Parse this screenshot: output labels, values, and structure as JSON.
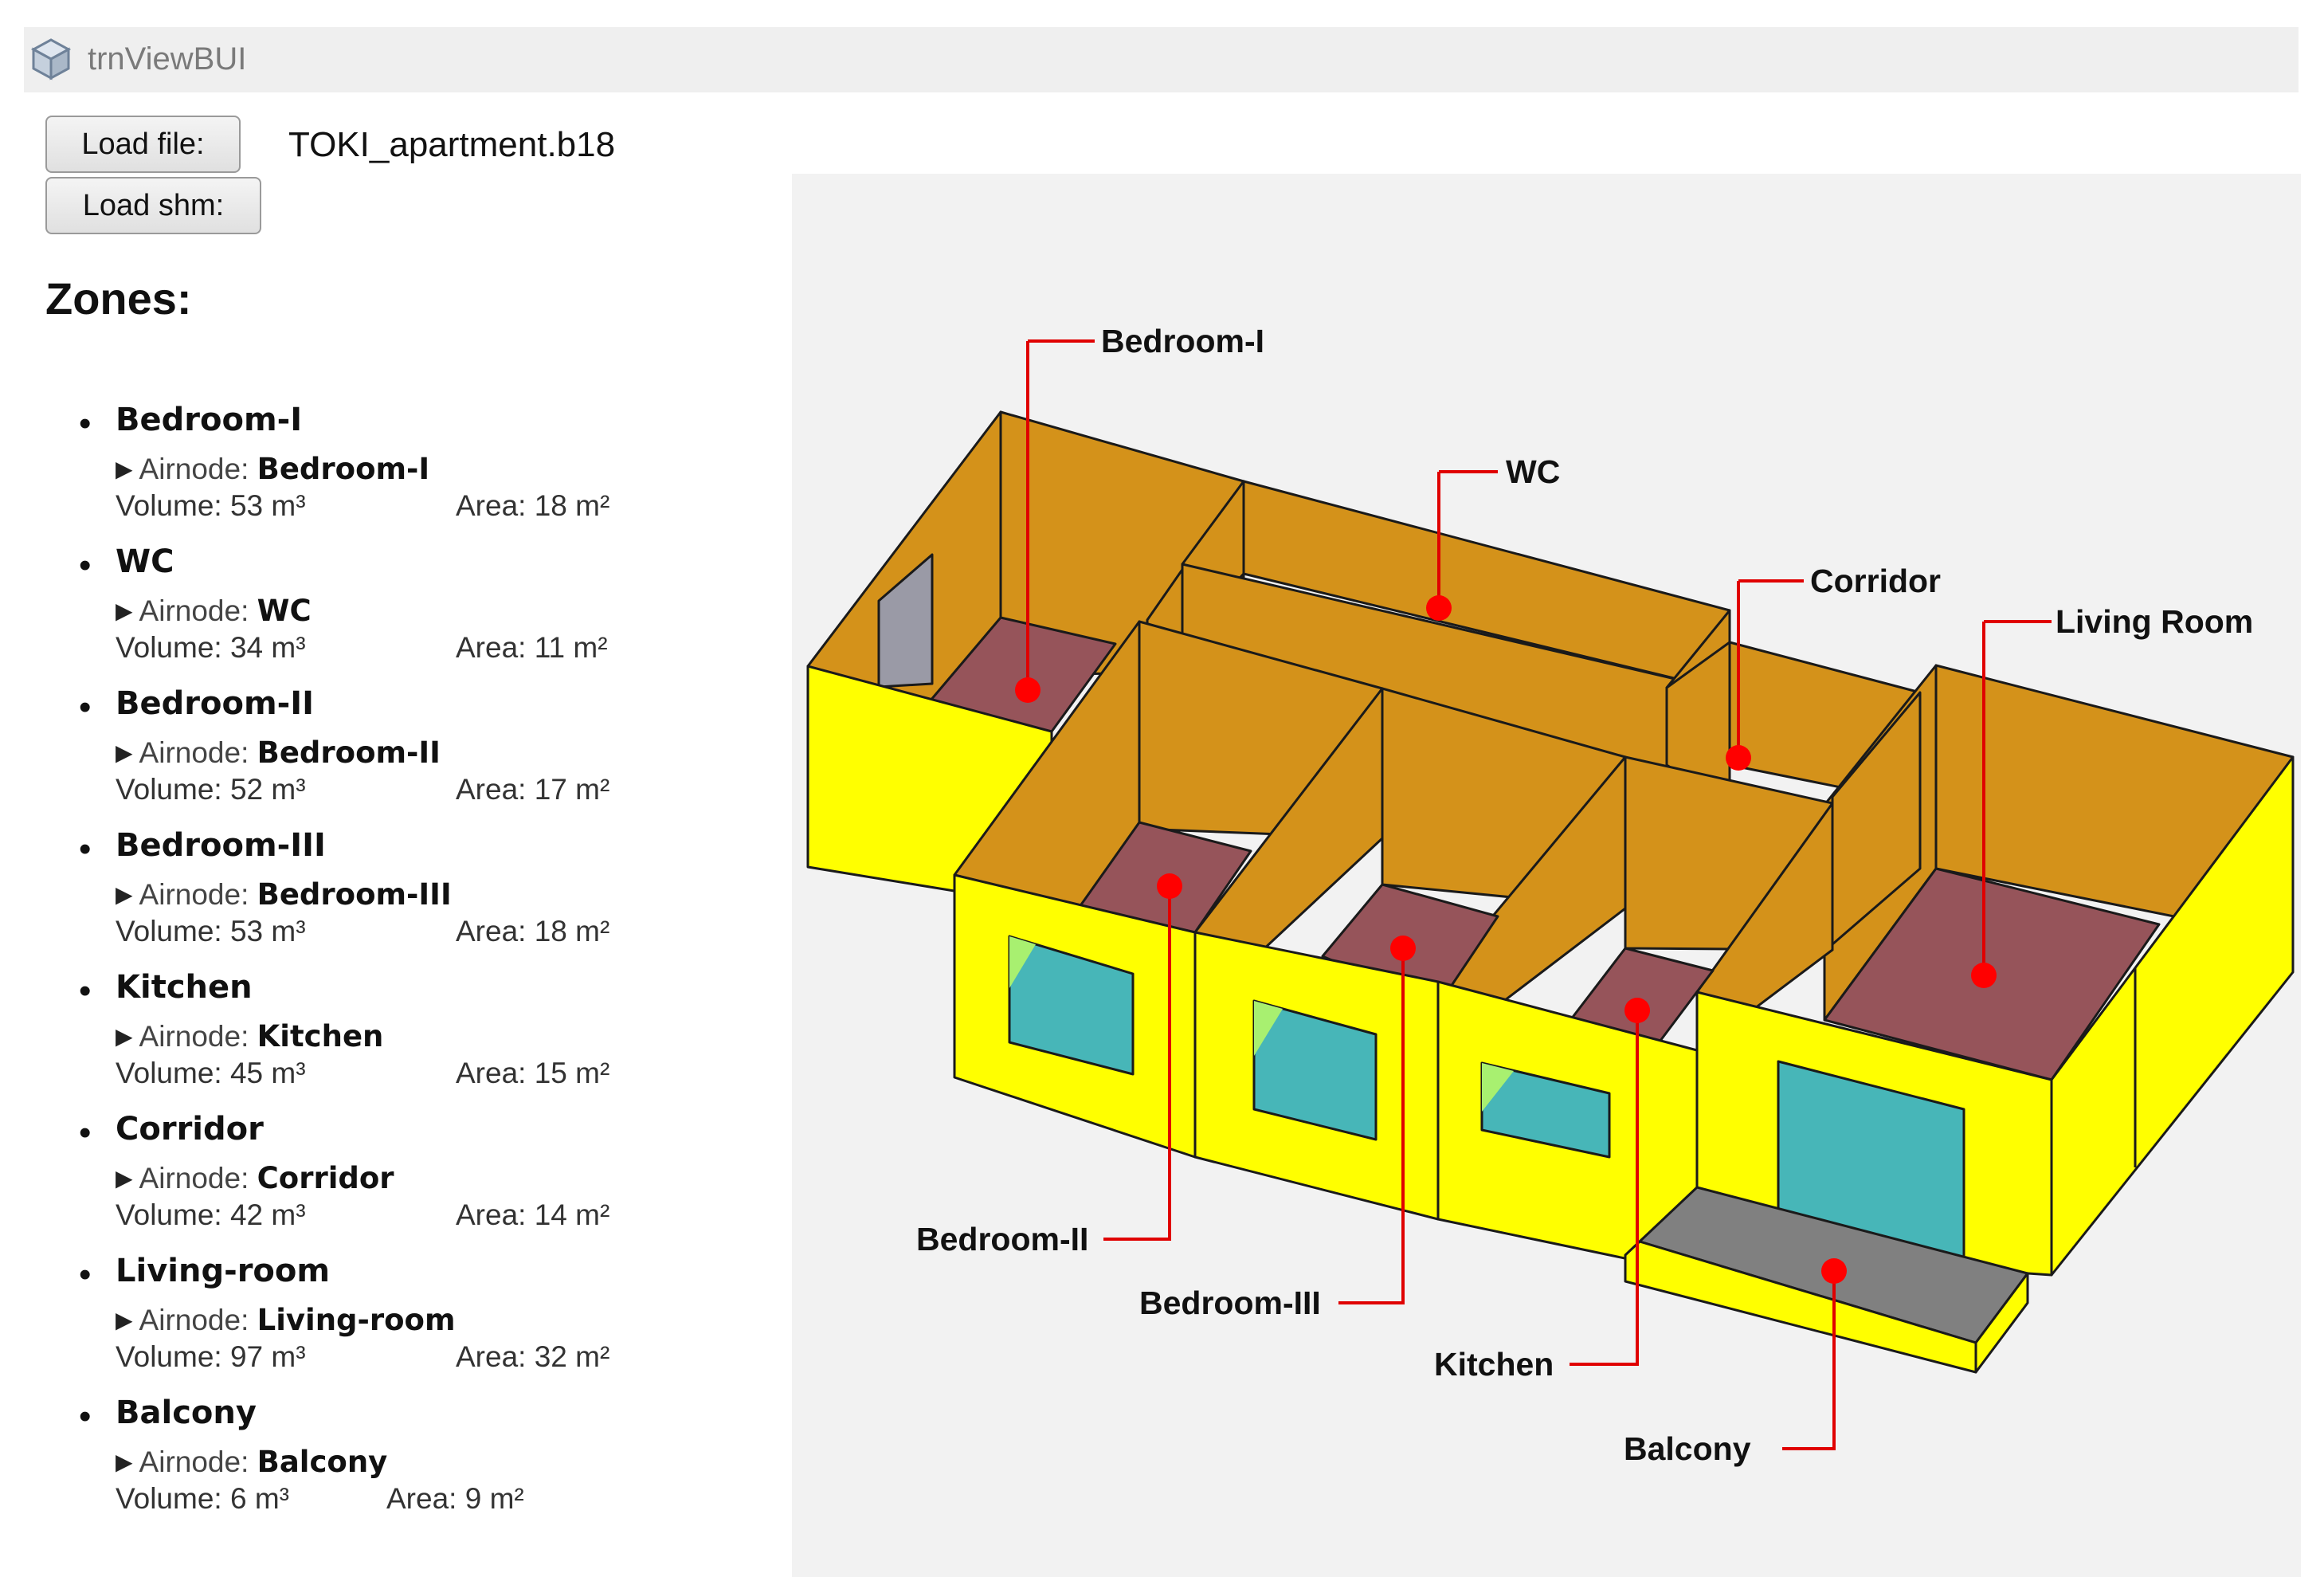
{
  "window": {
    "title": "trnViewBUI",
    "icon": "cube-icon"
  },
  "toolbar": {
    "load_file_label": "Load file:",
    "load_shm_label": "Load shm:",
    "file_name": "TOKI_apartment.b18"
  },
  "zones_heading": "Zones:",
  "zones": [
    {
      "name": "Bedroom-I",
      "airnode_label": "Airnode:",
      "airnode": "Bedroom-I",
      "volume": "Volume: 53 m³",
      "area": "Area: 18 m²"
    },
    {
      "name": "WC",
      "airnode_label": "Airnode:",
      "airnode": "WC",
      "volume": "Volume: 34 m³",
      "area": "Area: 11 m²"
    },
    {
      "name": "Bedroom-II",
      "airnode_label": "Airnode:",
      "airnode": "Bedroom-II",
      "volume": "Volume: 52 m³",
      "area": "Area: 17 m²"
    },
    {
      "name": "Bedroom-III",
      "airnode_label": "Airnode:",
      "airnode": "Bedroom-III",
      "volume": "Volume: 53 m³",
      "area": "Area: 18 m²"
    },
    {
      "name": "Kitchen",
      "airnode_label": "Airnode:",
      "airnode": "Kitchen",
      "volume": "Volume: 45 m³",
      "area": "Area: 15 m²"
    },
    {
      "name": "Corridor",
      "airnode_label": "Airnode:",
      "airnode": "Corridor",
      "volume": "Volume: 42 m³",
      "area": "Area: 14 m²"
    },
    {
      "name": "Living-room",
      "airnode_label": "Airnode:",
      "airnode": "Living-room",
      "volume": "Volume: 97 m³",
      "area": "Area: 32 m²"
    },
    {
      "name": "Balcony",
      "airnode_label": "Airnode:",
      "airnode": "Balcony",
      "volume": "Volume: 6 m³",
      "area": "Area: 9 m²"
    }
  ],
  "model_view": {
    "labels": {
      "bedroom1": "Bedroom-I",
      "wc": "WC",
      "corridor": "Corridor",
      "living": "Living Room",
      "bedroom2": "Bedroom-II",
      "bedroom3": "Bedroom-III",
      "kitchen": "Kitchen",
      "balcony": "Balcony"
    },
    "colors": {
      "exterior_wall": "#ffff00",
      "interior_wall": "#d4921a",
      "floor": "#96545a",
      "window_glass": "#47b6b8",
      "balcony_floor": "#808080",
      "door": "#9a9aa6",
      "marker": "#ff0000"
    }
  }
}
